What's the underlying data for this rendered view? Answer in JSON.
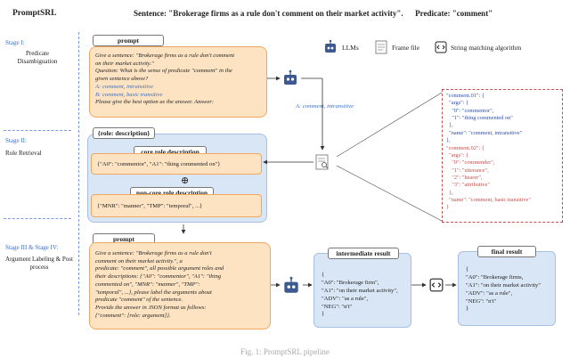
{
  "sidebar_title": "PromptSRL",
  "header": {
    "sentence_label": "Sentence:",
    "sentence": "\"Brokerage firms as a rule don't comment on their market activity\".",
    "predicate_label": "Predicate:",
    "predicate": "\"comment\""
  },
  "stages": [
    {
      "label": "Stage I:",
      "desc": "Predicate Disambiguation"
    },
    {
      "label": "Stage II:",
      "desc": "Role Retrieval"
    },
    {
      "label": "Stage III & Stage IV:",
      "desc": "Argument Labeling & Post process"
    }
  ],
  "legend": {
    "llm": "LLMs",
    "frame": "Frame file",
    "match": "String matching algorithm"
  },
  "stage1": {
    "tag": "prompt",
    "l1": "Give a sentence: \"Brokerage firms as a rule don't comment",
    "l2": "on their market activity.\"",
    "l3": "Question: What is the sense of predicate \"comment\" in the",
    "l4": "given sentence above?",
    "l5": "A: comment, intransitive",
    "l6": "B: comment, basic transitive",
    "l7": "Please give the best option as the answer. Answer:",
    "answer": "A: comment, intransitive"
  },
  "stage2": {
    "tag": "{role: description}",
    "core_tag": "core role description",
    "core": "{\"A0\": \"commentor\", \"A1\": \"thing commented on\"}",
    "plus": "⊕",
    "noncore_tag": "non-core role description",
    "noncore": "{\"MNR\": \"manner\", \"TMP\": \"temporal\", ...}"
  },
  "frame": {
    "lines": [
      "\"comment.01\": {",
      "  \"args\": {",
      "    \"0\": \"commentor\",",
      "    \"1\": \"thing commented on\"",
      "  },",
      "  \"name\": \"comment, intransitive\"",
      "},",
      "\"comment.02\": {",
      "  \"args\": {",
      "    \"0\": \"commender\",",
      "    \"1\": \"utterance\",",
      "    \"2\": \"hearer\",",
      "    \"3\": \"attributive\"",
      "  },",
      "  \"name\": \"comment, basic transitive\"",
      "}"
    ]
  },
  "stage3": {
    "tag": "prompt",
    "l1": "Give a sentence: \"Brokerage firms as a rule don't",
    "l2": "comment on their market activity.\", a",
    "l3": "predicate: \"comment\", all possible argument roles and",
    "l4": "their descriptions: {\"A0\": \"commentor\", \"A1\": \"thing",
    "l5": "commented on\", \"MNR\": \"manner\", \"TMP\":",
    "l6": "\"temporal\", ...}, please label the arguments about",
    "l7": "predicate \"comment\" of the sentence.",
    "l8": "Provide the answer in JSON format as follows:",
    "l9": "{\"comment\": [role: argument]}."
  },
  "intermediate": {
    "title": "intermediate result",
    "lines": [
      "{",
      "\"A0\": \"Brokerage firm\",",
      "\"A1\": \"on their market activity\",",
      "\"ADV\": \"as a rule\",",
      "\"NEG\": \"n't\"",
      "}"
    ]
  },
  "final": {
    "title": "final result",
    "lines": [
      "{",
      "\"A0\": \"Brokerage firms,",
      "\"A1\": \"on their market activity\"",
      "\"ADV\": \"as a rule\",",
      "\"NEG\": \"n't\"",
      "}"
    ]
  },
  "caption": "Fig. 1: PromptSRL pipeline"
}
